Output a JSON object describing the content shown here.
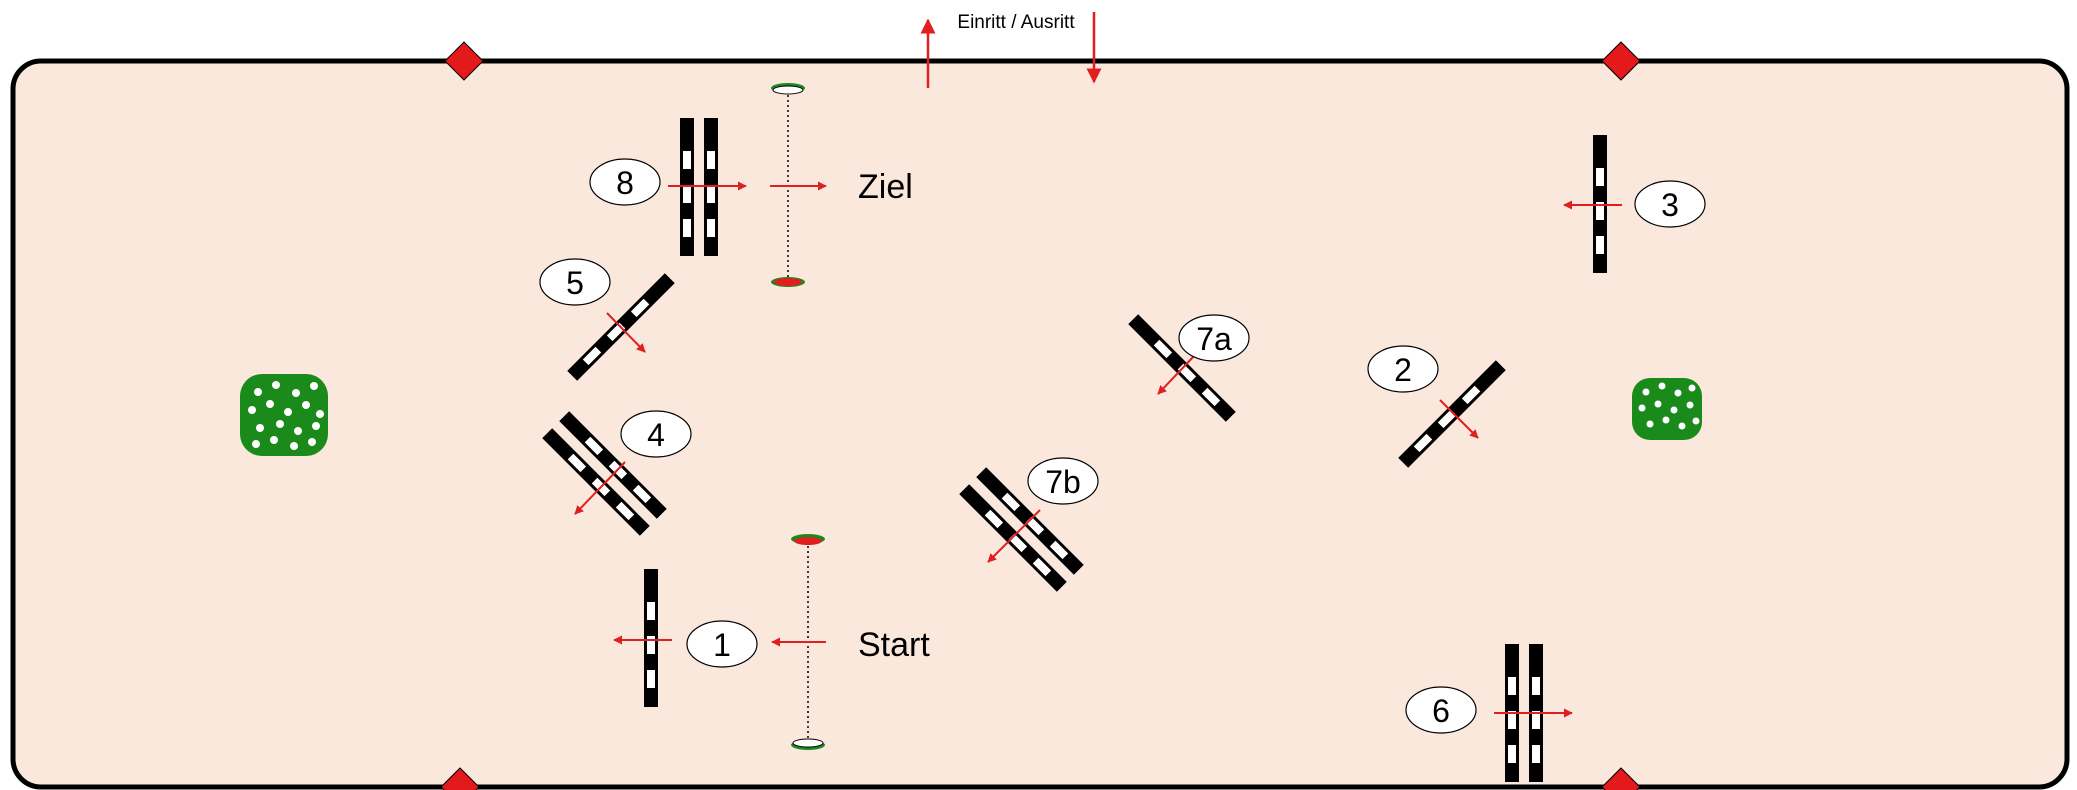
{
  "entrance_label": "Einritt / Ausritt",
  "start_label": "Start",
  "finish_label": "Ziel",
  "colors": {
    "arena_fill": "#fbe8dc",
    "arena_border": "#000000",
    "corner_marker": "#e31a1c",
    "arrow": "#e02020",
    "pole_dark": "#000000",
    "pole_light": "#ffffff",
    "flower_green": "#1a8a1a"
  },
  "jumps": [
    {
      "label": "1",
      "kind": "vertical"
    },
    {
      "label": "2",
      "kind": "vertical"
    },
    {
      "label": "3",
      "kind": "vertical"
    },
    {
      "label": "4",
      "kind": "oxer"
    },
    {
      "label": "5",
      "kind": "vertical"
    },
    {
      "label": "6",
      "kind": "oxer"
    },
    {
      "label": "7a",
      "kind": "vertical"
    },
    {
      "label": "7b",
      "kind": "oxer"
    },
    {
      "label": "8",
      "kind": "oxer"
    }
  ]
}
